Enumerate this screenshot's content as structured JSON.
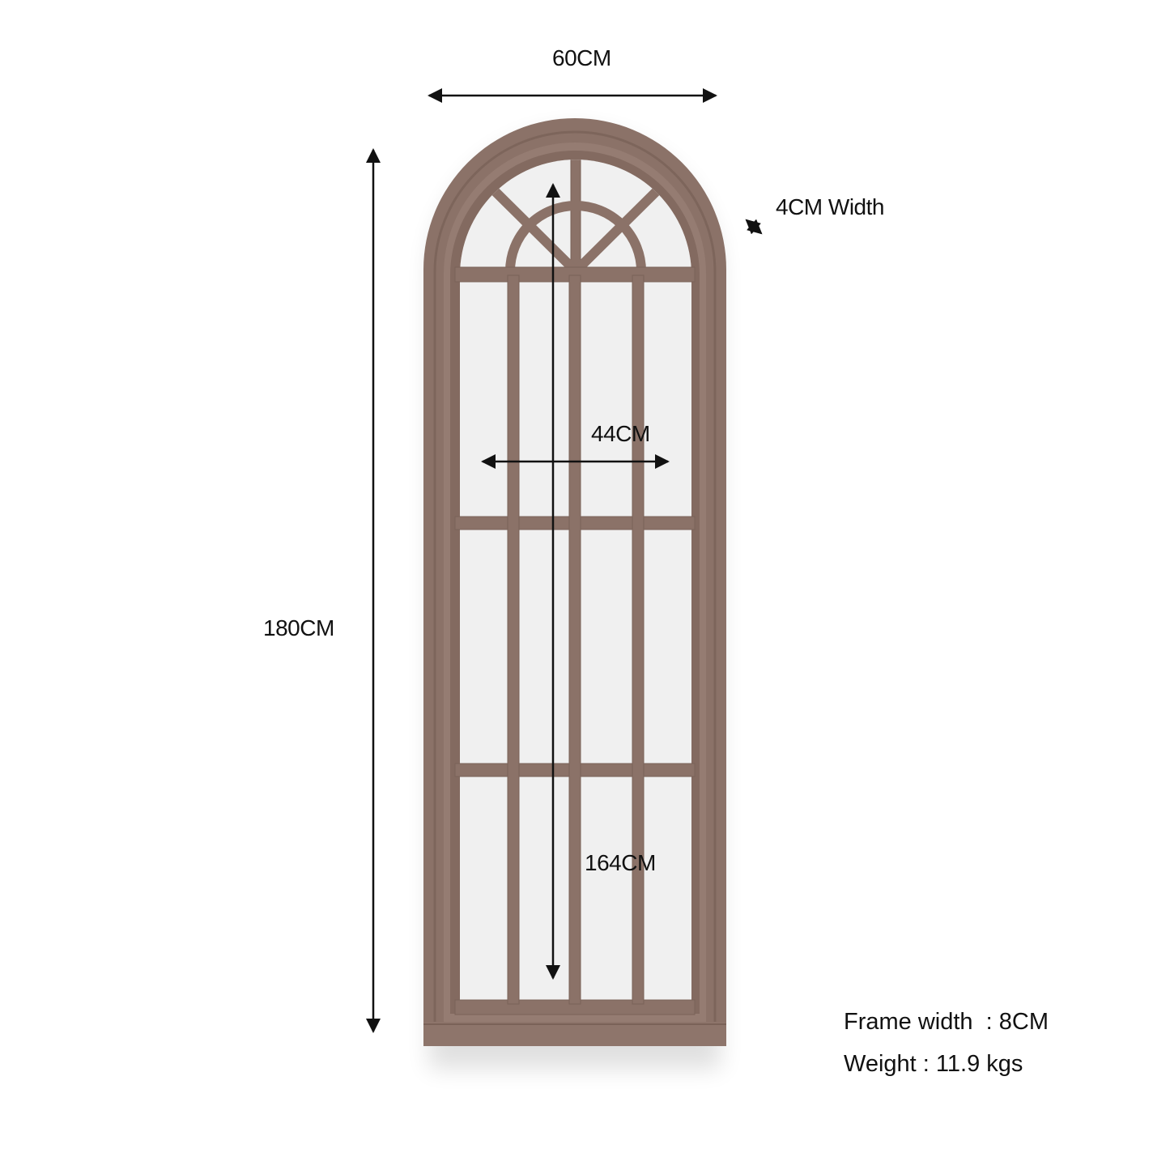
{
  "product": {
    "type": "arched window mirror",
    "frame_color": "#8b7268",
    "glass_color": "#eeeeee"
  },
  "dimensions": {
    "overall_width": "60CM",
    "overall_height": "180CM",
    "depth": "4CM Width",
    "inner_width": "44CM",
    "inner_height": "164CM"
  },
  "specs": {
    "frame_width": "Frame width  : 8CM",
    "weight": "Weight : 11.9 kgs"
  },
  "grid": {
    "columns": 4,
    "rows": 3
  }
}
